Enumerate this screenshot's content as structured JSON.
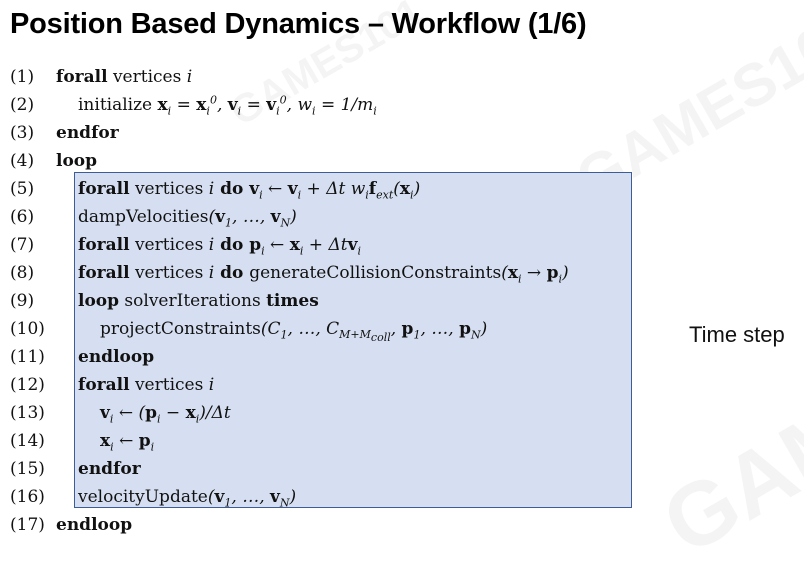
{
  "title": "Position Based Dynamics – Workflow (1/6)",
  "side_label": "Time step",
  "watermark": "GAMES101",
  "colors": {
    "box_fill": "#d6dff1",
    "box_border": "#3e5d96"
  },
  "lines": [
    {
      "num": "(1)",
      "kw": "forall",
      "rest": " vertices ",
      "var": "i"
    },
    {
      "num": "(2)",
      "text": "initialize"
    },
    {
      "num": "(3)",
      "kw": "endfor"
    },
    {
      "num": "(4)",
      "kw": "loop"
    },
    {
      "num": "(5)",
      "kw": "forall",
      "rest": " vertices ",
      "var": "i",
      "kw2": " do "
    },
    {
      "num": "(6)",
      "text": "dampVelocities"
    },
    {
      "num": "(7)",
      "kw": "forall",
      "rest": " vertices ",
      "var": "i",
      "kw2": " do "
    },
    {
      "num": "(8)",
      "kw": "forall",
      "rest": " vertices ",
      "var": "i",
      "kw2": " do ",
      "text": "generateCollisionConstraints"
    },
    {
      "num": "(9)",
      "kw": "loop",
      "rest": " solverIterations ",
      "kw2": "times"
    },
    {
      "num": "(10)",
      "text": "projectConstraints"
    },
    {
      "num": "(11)",
      "kw": "endloop"
    },
    {
      "num": "(12)",
      "kw": "forall",
      "rest": " vertices ",
      "var": "i"
    },
    {
      "num": "(13)"
    },
    {
      "num": "(14)"
    },
    {
      "num": "(15)",
      "kw": "endfor"
    },
    {
      "num": "(16)",
      "text": "velocityUpdate"
    },
    {
      "num": "(17)",
      "kw": "endloop"
    }
  ]
}
